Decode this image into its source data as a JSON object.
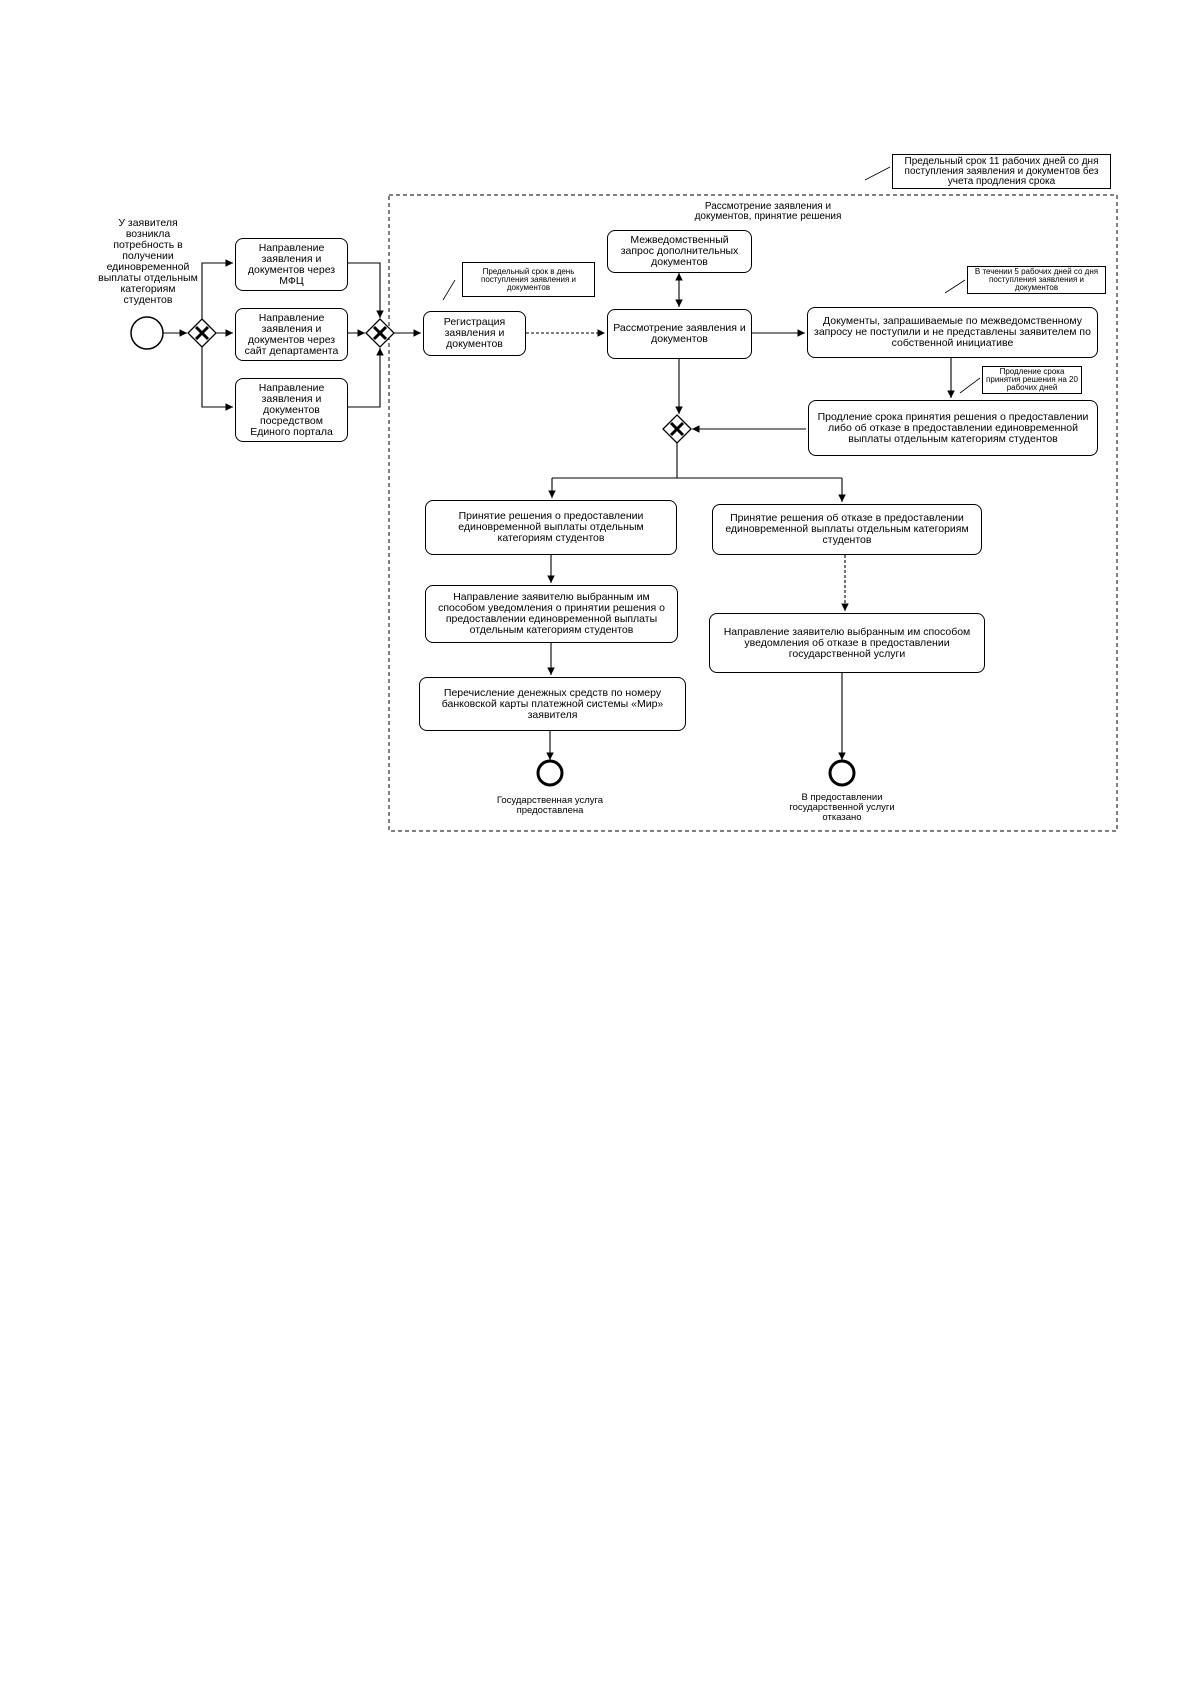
{
  "start_event": {
    "label": "У заявителя возникла потребность в получении единовременной выплаты отдельным категориям студентов"
  },
  "submission_channels": [
    "Направление заявления и документов через МФЦ",
    "Направление заявления и документов через сайт департамента",
    "Направление заявления и документов посредством Единого портала"
  ],
  "notes": {
    "deadline_total": "Предельный срок 11 рабочих дней со дня поступления заявления и документов без учета продления срока",
    "deadline_registration": "Предельный срок в день поступления заявления и документов",
    "deadline_5_days": "В течении 5 рабочих дней со дня поступления заявления и документов",
    "extension_20_days": "Продление срока принятия решения на 20 рабочих дней"
  },
  "group_title": "Рассмотрение заявления и документов, принятие решения",
  "tasks": {
    "registration": "Регистрация заявления и документов",
    "interagency_request": "Межведомственный запрос дополнительных документов",
    "review": "Рассмотрение заявления и документов",
    "docs_not_received": "Документы, запрашиваемые по межведомственному запросу не поступили и не представлены заявителем по собственной инициативе",
    "extension": "Продление срока принятия решения о предоставлении либо об отказе в предоставлении единовременной выплаты отдельным категориям студентов",
    "decision_grant": "Принятие решения о предоставлении единовременной выплаты отдельным категориям студентов",
    "decision_refuse": "Принятие решения об отказе в предоставлении единовременной выплаты отдельным категориям студентов",
    "notify_grant": "Направление заявителю выбранным им способом уведомления о принятии решения о предоставлении единовременной выплаты отдельным категориям студентов",
    "notify_refuse": "Направление заявителю выбранным им способом уведомления об отказе в предоставлении государственной услуги",
    "transfer_funds": "Перечисление денежных средств по номеру банковской карты платежной системы «Мир» заявителя"
  },
  "end_events": {
    "granted": "Государственная услуга предоставлена",
    "refused": "В предоставлении государственной услуги отказано"
  }
}
